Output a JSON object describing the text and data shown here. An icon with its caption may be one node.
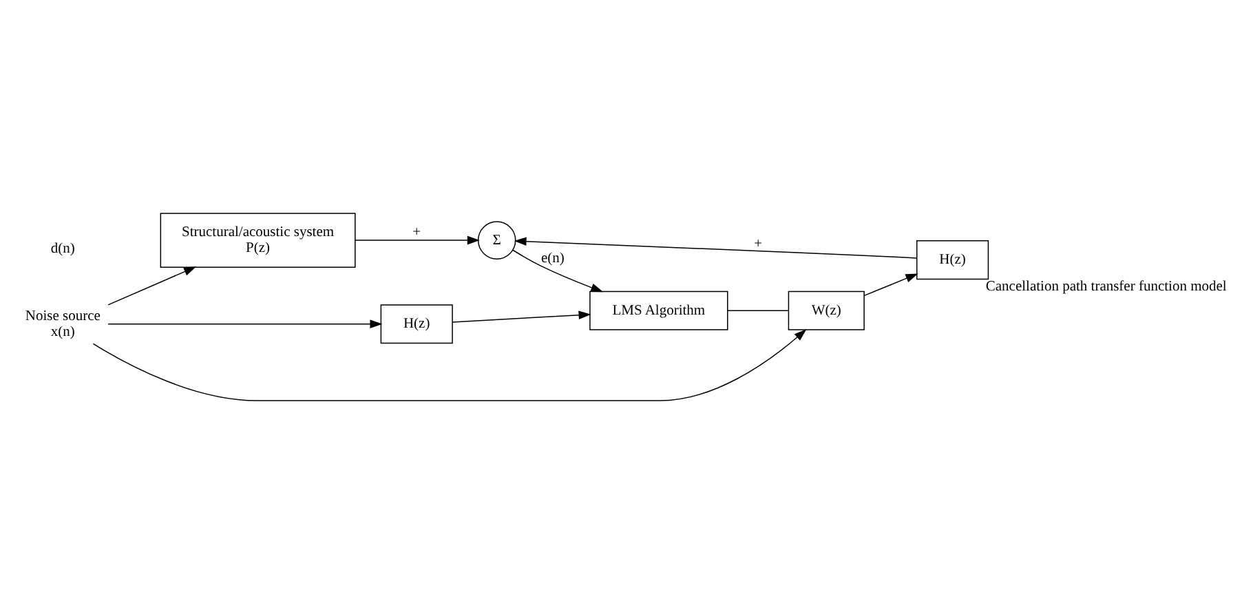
{
  "diagram": {
    "nodes": [
      {
        "text": [
          "Noise source",
          "x(n)"
        ]
      },
      {
        "text": [
          "Structural/acoustic system",
          "P(z)"
        ]
      },
      {
        "text": [
          "W(z)"
        ]
      },
      {
        "text": [
          "H(z)"
        ],
        "beside": [
          "Cancellation path transfer function model"
        ]
      },
      {
        "text": [
          "Σ"
        ]
      },
      {
        "text": [
          "H(z)"
        ]
      },
      {
        "text": [
          "LMS Algorithm"
        ]
      }
    ],
    "edges": [
      {
        "from": 0,
        "to": 1,
        "arrow": "to"
      },
      {
        "from": 0,
        "to": 2,
        "arrow": "to"
      },
      {
        "from": 0,
        "to": 5,
        "arrow": "to"
      },
      {
        "from": 1,
        "to": 4,
        "arrow": "to",
        "label": "+"
      },
      {
        "from": 2,
        "to": 3,
        "arrow": "to"
      },
      {
        "from": 3,
        "to": 4,
        "arrow": "to",
        "label": "+"
      },
      {
        "from": 4,
        "to": 6,
        "arrow": "to",
        "label": "e(n)"
      },
      {
        "from": 5,
        "to": 6,
        "arrow": "to"
      },
      {
        "from": 6,
        "to": 2,
        "arrow": "none"
      }
    ],
    "labels": [
      "d(n)"
    ]
  }
}
